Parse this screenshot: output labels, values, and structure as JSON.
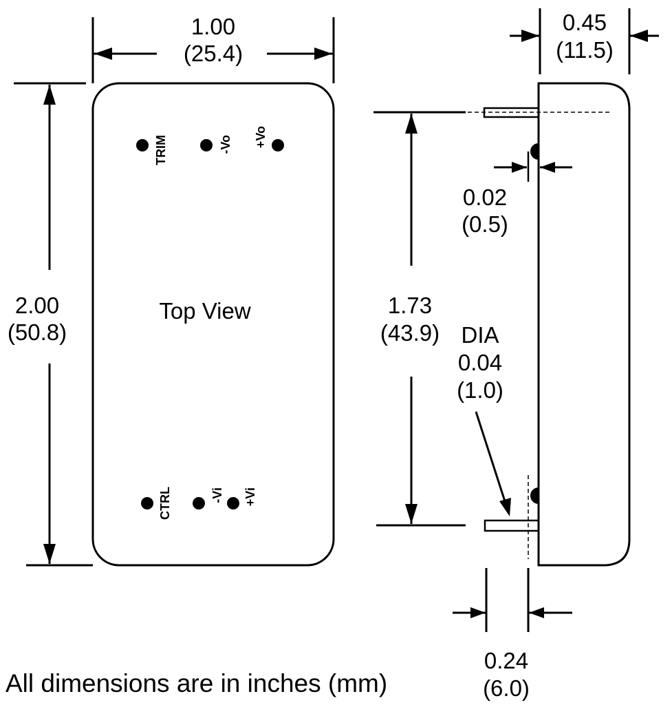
{
  "top_view": {
    "label": "Top View",
    "pins_top": [
      "TRIM",
      "-Vo",
      "+Vo"
    ],
    "pins_bottom": [
      "CTRL",
      "-Vi",
      "+Vi"
    ]
  },
  "dimensions": {
    "width": {
      "in": "1.00",
      "mm": "(25.4)"
    },
    "height": {
      "in": "2.00",
      "mm": "(50.8)"
    },
    "thickness": {
      "in": "0.45",
      "mm": "(11.5)"
    },
    "pin_spacing": {
      "in": "1.73",
      "mm": "(43.9)"
    },
    "standoff": {
      "in": "0.02",
      "mm": "(0.5)"
    },
    "pin_dia": {
      "label": "DIA",
      "in": "0.04",
      "mm": "(1.0)"
    },
    "pin_length": {
      "in": "0.24",
      "mm": "(6.0)"
    }
  },
  "note": "All dimensions are in inches (mm)"
}
